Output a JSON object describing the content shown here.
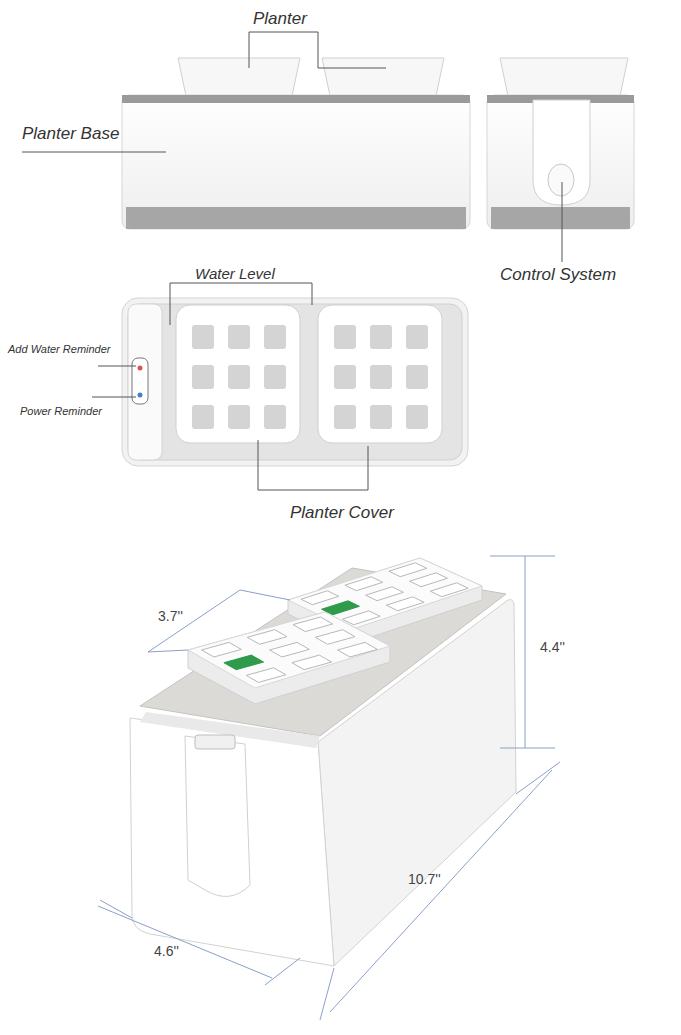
{
  "diagram": {
    "labels": [
      "Planter",
      "Planter Base",
      "Control System",
      "Water Level",
      "Add Water Reminder",
      "Power Reminder",
      "Planter Cover",
      "3.7''",
      "4.4''",
      "10.7''",
      "4.6''"
    ]
  }
}
